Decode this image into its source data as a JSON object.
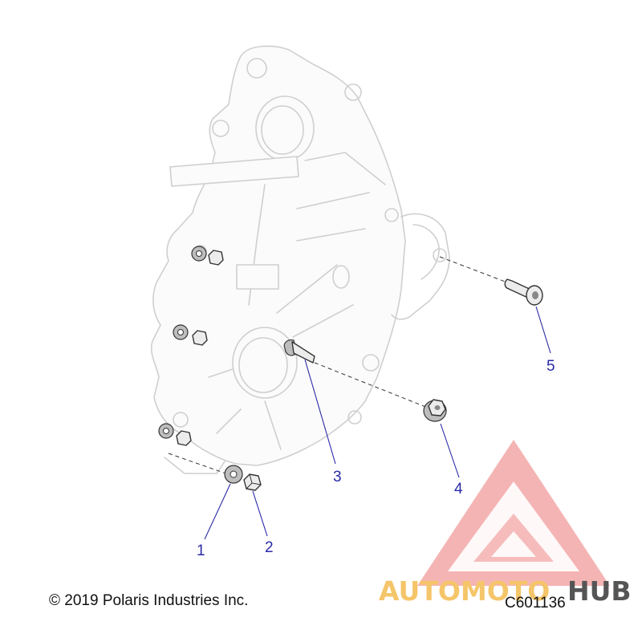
{
  "callouts": [
    {
      "id": "1",
      "label": "1"
    },
    {
      "id": "2",
      "label": "2"
    },
    {
      "id": "3",
      "label": "3"
    },
    {
      "id": "4",
      "label": "4"
    },
    {
      "id": "5",
      "label": "5"
    }
  ],
  "footer": {
    "copyright": "© 2019 Polaris Industries Inc.",
    "diagram_code": "C601136"
  },
  "watermark": {
    "word_a": "AUTOMOTO",
    "word_b": "HUB",
    "color_primary": "#f08a8a",
    "color_secondary": "#f5c56a",
    "color_text_dark": "#555555"
  },
  "colors": {
    "callout": "#2a2aa8",
    "ghost_outline": "#cfcfcf",
    "part_outline": "#333333"
  }
}
